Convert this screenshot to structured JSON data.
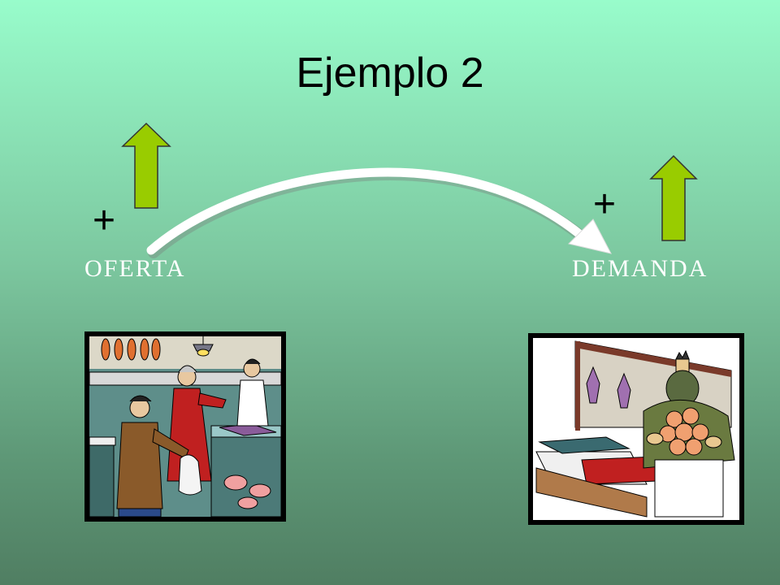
{
  "slide": {
    "title": "Ejemplo 2",
    "left": {
      "sign": "+",
      "label": "OFERTA",
      "arrow_direction": "up",
      "arrow_icon": "up-arrow-icon",
      "picture": "fish-market-shopping-illustration"
    },
    "right": {
      "sign": "+",
      "label": "DEMANDA",
      "arrow_direction": "up",
      "arrow_icon": "up-arrow-icon",
      "picture": "fishmonger-holding-shrimp-illustration"
    },
    "connector": "curved-arrow-oferta-to-demanda"
  },
  "colors": {
    "background_top": "#98FCCB",
    "background_bottom": "#507E62",
    "up_arrow_fill": "#99CC00",
    "curved_arrow": "#FFFFFF",
    "label_text": "#FFFFFF",
    "title_text": "#000000"
  }
}
